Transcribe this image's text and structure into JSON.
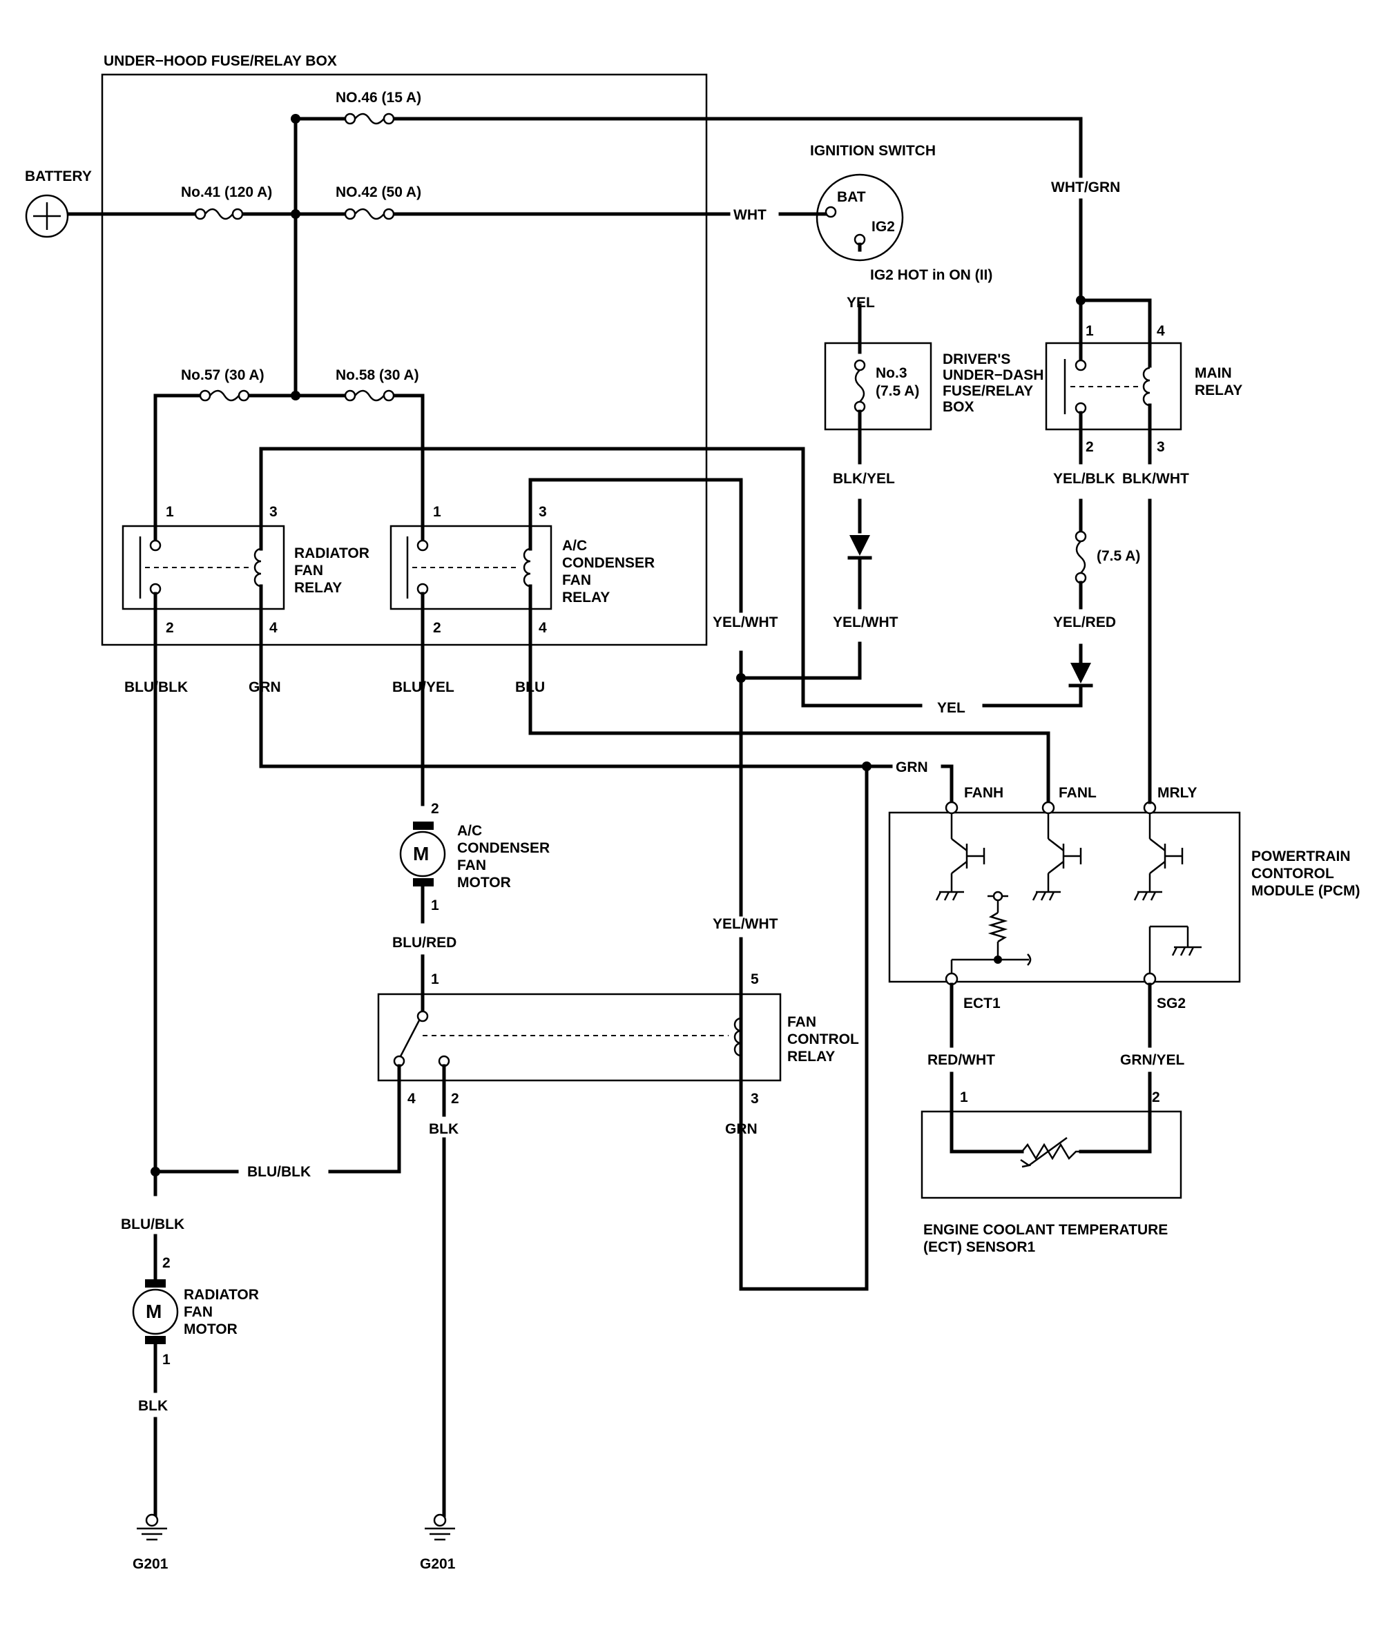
{
  "labels": {
    "fuse_box": "UNDER−HOOD FUSE/RELAY BOX",
    "battery": "BATTERY",
    "fuse_46": "NO.46 (15 A)",
    "fuse_41": "No.41 (120 A)",
    "fuse_42": "NO.42 (50 A)",
    "fuse_57": "No.57 (30 A)",
    "fuse_58": "No.58 (30 A)",
    "ignition_switch": "IGNITION SWITCH",
    "bat": "BAT",
    "ig2": "IG2",
    "ig2_hot": "IG2 HOT in ON (II)",
    "fuse_3": "No.3",
    "fuse_3_amp": "(7.5 A)",
    "dash_box_1": "DRIVER'S",
    "dash_box_2": "UNDER−DASH",
    "dash_box_3": "FUSE/RELAY",
    "dash_box_4": "BOX",
    "main_relay_1": "MAIN",
    "main_relay_2": "RELAY",
    "fuse_75": "(7.5 A)",
    "rad_relay_1": "RADIATOR",
    "rad_relay_2": "FAN",
    "rad_relay_3": "RELAY",
    "ac_relay_1": "A/C",
    "ac_relay_2": "CONDENSER",
    "ac_relay_3": "FAN",
    "ac_relay_4": "RELAY",
    "ac_motor_1": "A/C",
    "ac_motor_2": "CONDENSER",
    "ac_motor_3": "FAN",
    "ac_motor_4": "MOTOR",
    "fcr_1": "FAN",
    "fcr_2": "CONTROL",
    "fcr_3": "RELAY",
    "pcm_1": "POWERTRAIN",
    "pcm_2": "CONTOROL",
    "pcm_3": "MODULE (PCM)",
    "fanh": "FANH",
    "fanl": "FANL",
    "mrly": "MRLY",
    "ect1": "ECT1",
    "sg2": "SG2",
    "ect_1": "ENGINE COOLANT TEMPERATURE",
    "ect_2": "(ECT) SENSOR1",
    "rad_motor_1": "RADIATOR",
    "rad_motor_2": "FAN",
    "rad_motor_3": "MOTOR",
    "motor_symbol": "M",
    "ground": "G201"
  },
  "wires": {
    "wht": "WHT",
    "wht_grn": "WHT/GRN",
    "yel": "YEL",
    "blk_yel": "BLK/YEL",
    "yel_wht": "YEL/WHT",
    "yel_blk": "YEL/BLK",
    "blk_wht": "BLK/WHT",
    "yel_red": "YEL/RED",
    "blu_blk": "BLU/BLK",
    "grn": "GRN",
    "blu_yel": "BLU/YEL",
    "blu": "BLU",
    "blu_red": "BLU/RED",
    "blk": "BLK",
    "red_wht": "RED/WHT",
    "grn_yel": "GRN/YEL"
  },
  "pins": {
    "p1": "1",
    "p2": "2",
    "p3": "3",
    "p4": "4",
    "p5": "5"
  }
}
